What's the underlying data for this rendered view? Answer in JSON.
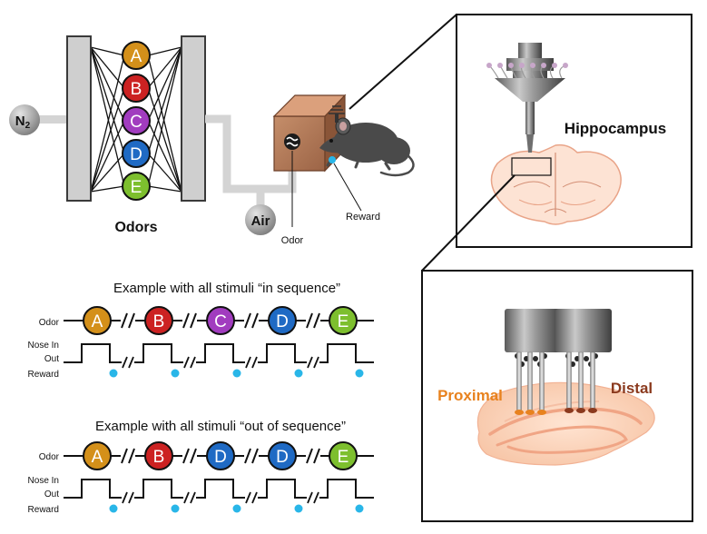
{
  "apparatus": {
    "odor_letters": [
      "A",
      "B",
      "C",
      "D",
      "E"
    ],
    "odor_colors": [
      "#D4901A",
      "#CC2222",
      "#A13CBF",
      "#1F6AC4",
      "#7DBF2E"
    ],
    "gas_label": "N",
    "gas_subscript": "2",
    "odors_caption": "Odors",
    "air_label": "Air",
    "odor_label": "Odor",
    "reward_label": "Reward"
  },
  "brain": {
    "region_label": "Hippocampus",
    "proximal_label": "Proximal",
    "distal_label": "Distal",
    "proximal_color": "#E8821E",
    "distal_color": "#8B3A1E"
  },
  "sequences": [
    {
      "title": "Example with all stimuli “in sequence”",
      "odors": [
        "A",
        "B",
        "C",
        "D",
        "E"
      ],
      "colors": [
        "#D4901A",
        "#CC2222",
        "#A13CBF",
        "#1F6AC4",
        "#7DBF2E"
      ]
    },
    {
      "title": "Example with all stimuli “out of sequence”",
      "odors": [
        "A",
        "B",
        "D",
        "D",
        "E"
      ],
      "colors": [
        "#D4901A",
        "#CC2222",
        "#1F6AC4",
        "#1F6AC4",
        "#7DBF2E"
      ]
    }
  ],
  "row_labels": {
    "odor": "Odor",
    "nose_in": "Nose In",
    "out": "Out",
    "reward": "Reward"
  },
  "reward_color": "#29B6E8"
}
